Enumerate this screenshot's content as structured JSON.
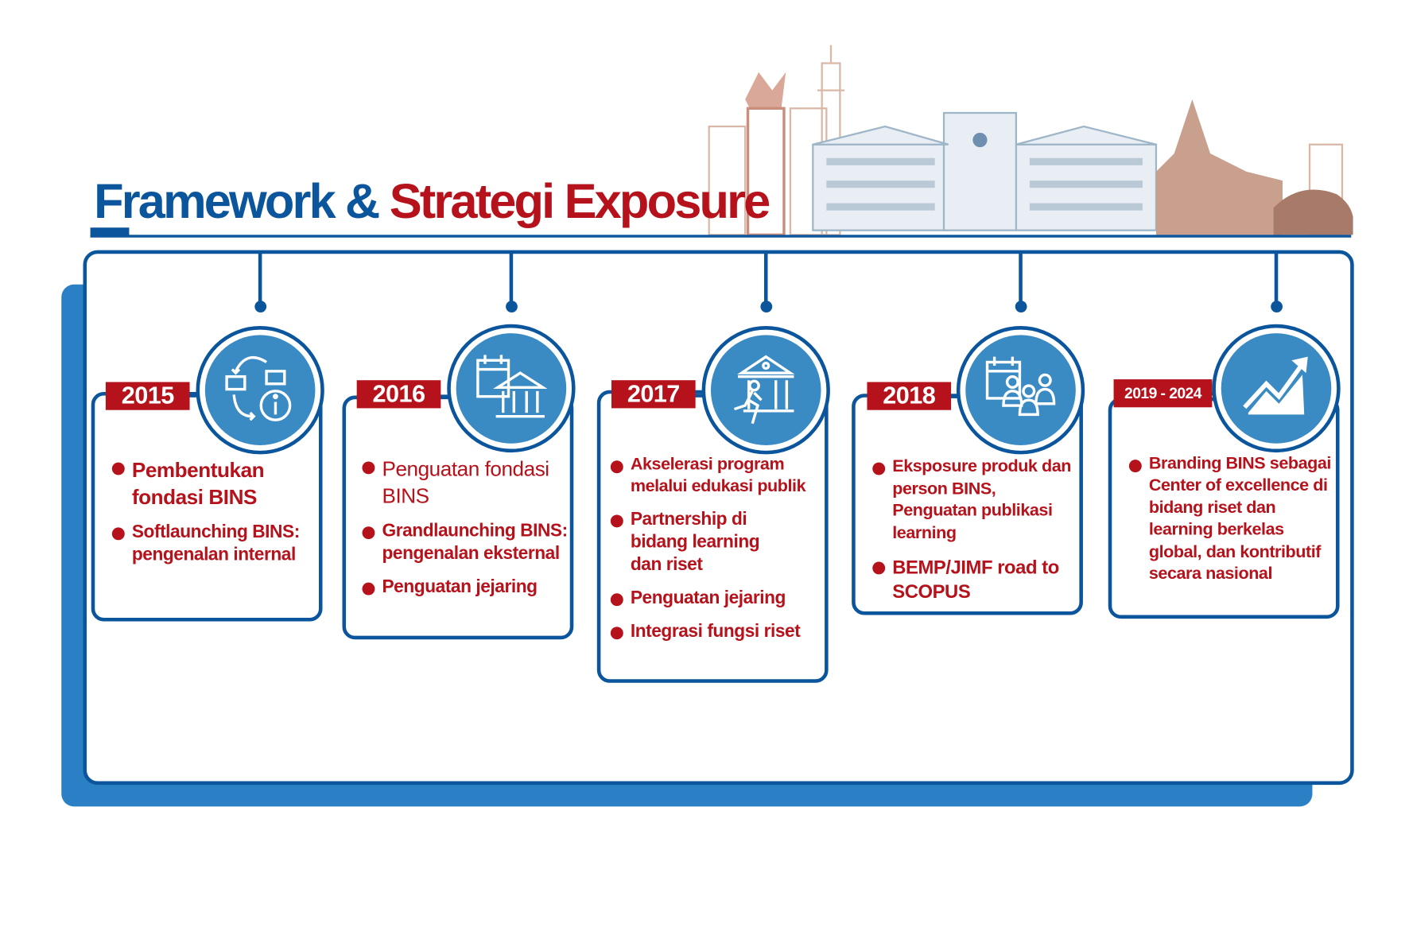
{
  "title": {
    "part1": "Framework &",
    "part2": "Strategi Exposure"
  },
  "colors": {
    "blue": "#0b559d",
    "red": "#b5121b",
    "circle_fill": "#3a8ac4",
    "shadow": "#2b7fc4"
  },
  "milestones": [
    {
      "year": "2015",
      "icon": "process-info-icon",
      "items": [
        "Pembentukan fondasi BINS",
        "Softlaunching BINS: pengenalan internal"
      ]
    },
    {
      "year": "2016",
      "icon": "calendar-building-icon",
      "items": [
        "Penguatan fondasi BINS",
        "Grandlaunching BINS: pengenalan eksternal",
        "Penguatan jejaring"
      ]
    },
    {
      "year": "2017",
      "icon": "running-person-building-icon",
      "items": [
        "Akselerasi program melalui edukasi publik",
        "Partnership di bidang learning dan riset",
        "Penguatan jejaring",
        "Integrasi fungsi riset"
      ]
    },
    {
      "year": "2018",
      "icon": "calendar-people-icon",
      "items": [
        "Eksposure produk dan person BINS, Penguatan publikasi learning",
        "BEMP/JIMF road to SCOPUS"
      ]
    },
    {
      "year": "2019 - 2024",
      "icon": "growth-chart-icon",
      "items": [
        "Branding BINS sebagai Center of excellence di bidang riset dan learning berkelas global, dan kontributif secara nasional"
      ]
    }
  ]
}
